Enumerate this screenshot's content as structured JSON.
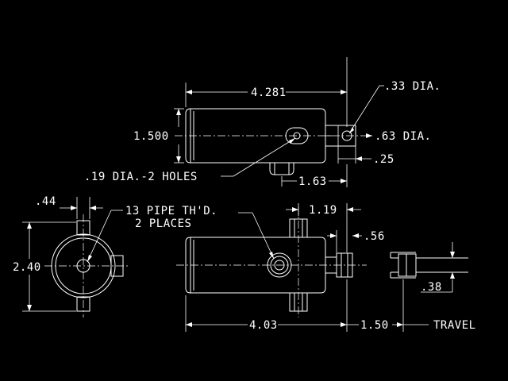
{
  "drawing": {
    "colors": {
      "background": "#000000",
      "line": "#ffffff"
    },
    "labels": {
      "dim_4281": "4.281",
      "dim_033dia": ".33 DIA.",
      "dim_1500": "1.500",
      "dim_063dia": ".63 DIA.",
      "dim_025": ".25",
      "dim_019dia": ".19 DIA.-2 HOLES",
      "dim_163": "1.63",
      "dim_044": ".44",
      "pipe_line1": "13 PIPE TH'D.",
      "pipe_line2": "2 PLACES",
      "dim_119": "1.19",
      "dim_056": ".56",
      "dim_240": "2.40",
      "dim_038": ".38",
      "dim_403": "4.03",
      "dim_150": "1.50",
      "travel": "TRAVEL"
    }
  }
}
